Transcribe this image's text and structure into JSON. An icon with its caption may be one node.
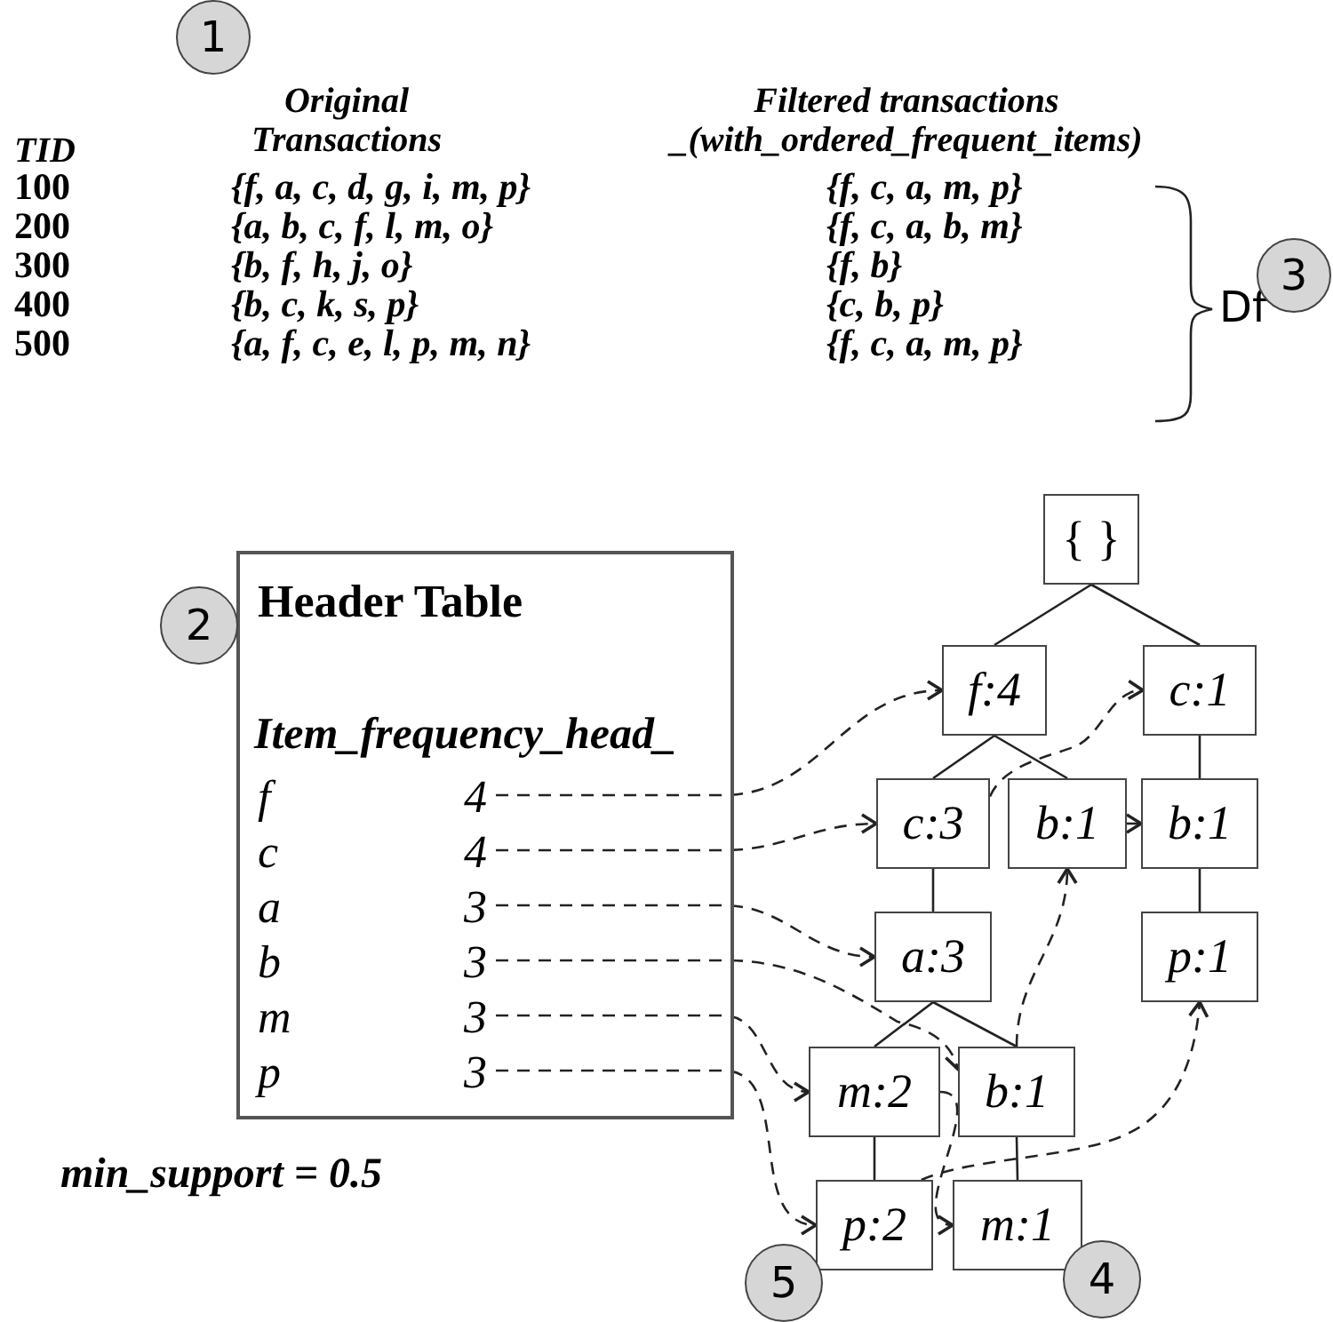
{
  "diagram": {
    "nodes": [
      {
        "text": [
          "Header Table",
          "Item_frequency_head_"
        ]
      },
      {
        "text": [
          "f",
          "4"
        ],
        "in": 0
      },
      {
        "text": [
          "c",
          "4"
        ],
        "in": 0
      },
      {
        "text": [
          "a",
          "3"
        ],
        "in": 0
      },
      {
        "text": [
          "b",
          "3"
        ],
        "in": 0
      },
      {
        "text": [
          "m",
          "3"
        ],
        "in": 0
      },
      {
        "text": [
          "p",
          "3"
        ],
        "in": 0
      },
      {
        "text": [
          "{ }"
        ]
      },
      {
        "text": [
          "f:4"
        ]
      },
      {
        "text": [
          "c:1"
        ]
      },
      {
        "text": [
          "c:3"
        ]
      },
      {
        "text": [
          "b:1"
        ]
      },
      {
        "text": [
          "b:1"
        ]
      },
      {
        "text": [
          "a:3"
        ]
      },
      {
        "text": [
          "p:1"
        ]
      },
      {
        "text": [
          "m:2"
        ]
      },
      {
        "text": [
          "b:1"
        ]
      },
      {
        "text": [
          "p:2"
        ]
      },
      {
        "text": [
          "m:1"
        ]
      },
      {
        "text": [
          "1"
        ]
      },
      {
        "text": [
          "2"
        ]
      },
      {
        "text": [
          "3"
        ]
      },
      {
        "text": [
          "4"
        ]
      },
      {
        "text": [
          "5"
        ]
      }
    ],
    "edges": [
      {
        "from": 7,
        "to": 8,
        "arrow": "none"
      },
      {
        "from": 7,
        "to": 9,
        "arrow": "none"
      },
      {
        "from": 8,
        "to": 10,
        "arrow": "none"
      },
      {
        "from": 8,
        "to": 11,
        "arrow": "none"
      },
      {
        "from": 9,
        "to": 12,
        "arrow": "none"
      },
      {
        "from": 12,
        "to": 14,
        "arrow": "none"
      },
      {
        "from": 10,
        "to": 13,
        "arrow": "none"
      },
      {
        "from": 13,
        "to": 15,
        "arrow": "none"
      },
      {
        "from": 13,
        "to": 16,
        "arrow": "none"
      },
      {
        "from": 15,
        "to": 17,
        "arrow": "none"
      },
      {
        "from": 16,
        "to": 18,
        "arrow": "none"
      },
      {
        "from": 1,
        "to": 8,
        "arrow": "to",
        "style": "dashed"
      },
      {
        "from": 2,
        "to": 10,
        "arrow": "to",
        "style": "dashed"
      },
      {
        "from": 3,
        "to": 13,
        "arrow": "to",
        "style": "dashed"
      },
      {
        "from": 4,
        "to": 16,
        "arrow": "to",
        "style": "dashed"
      },
      {
        "from": 5,
        "to": 15,
        "arrow": "to",
        "style": "dashed"
      },
      {
        "from": 6,
        "to": 17,
        "arrow": "to",
        "style": "dashed"
      },
      {
        "from": 10,
        "to": 9,
        "arrow": "to",
        "style": "dashed"
      },
      {
        "from": 11,
        "to": 12,
        "arrow": "to",
        "style": "dashed"
      },
      {
        "from": 16,
        "to": 11,
        "arrow": "to",
        "style": "dashed"
      },
      {
        "from": 15,
        "to": 18,
        "arrow": "to",
        "style": "dashed"
      },
      {
        "from": 17,
        "to": 14,
        "arrow": "to",
        "style": "dashed"
      }
    ],
    "labels": [
      "Original Transactions",
      "Filtered transactions _(with_ordered_frequent_items)",
      "TID",
      "100",
      "{f, a, c, d, g, i, m, p}",
      "{f, c, a, m, p}",
      "200",
      "{a, b, c, f, l, m, o}",
      "{f, c, a, b, m}",
      "300",
      "{b, f, h, j, o}",
      "{f, b}",
      "400",
      "{b, c, k, s, p}",
      "{c, b, p}",
      "500",
      "{a, f, c, e, l, p, m, n}",
      "{f, c, a, m, p}",
      "Df",
      "min_support = 0.5"
    ]
  }
}
